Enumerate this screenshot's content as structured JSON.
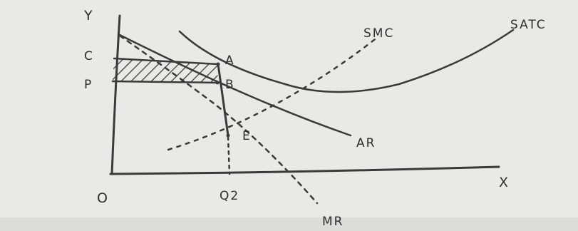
{
  "labels": {
    "y_axis": "Y",
    "x_axis": "X",
    "origin": "O",
    "c": "C",
    "p": "P",
    "a": "A",
    "b": "B",
    "e": "E",
    "q": "Q2",
    "smc": "SMC",
    "satc": "SATC",
    "ar": "AR",
    "mr": "MR"
  },
  "colors": {
    "ink": "#3a3a3c",
    "paper": "#e9e9e7"
  }
}
